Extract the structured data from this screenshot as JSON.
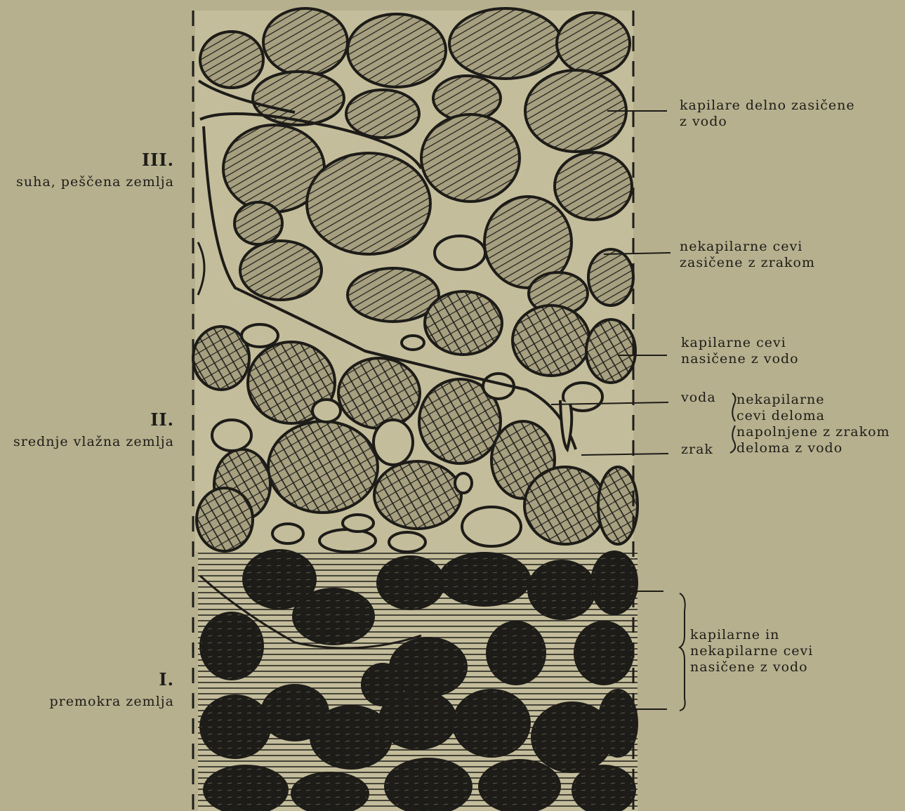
{
  "zones": [
    {
      "number": "III.",
      "description": "suha, peščena zemlja"
    },
    {
      "number": "II.",
      "description": "srednje vlažna zemlja"
    },
    {
      "number": "I.",
      "description": "premokra zemlja"
    }
  ],
  "annotations": {
    "capillaries_partial": [
      "kapilare delno zasičene",
      "z vodo"
    ],
    "noncap_air": [
      "nekapilarne cevi",
      "zasičene z zrakom"
    ],
    "cap_water": [
      "kapilarne cevi",
      "nasičene z vodo"
    ],
    "voda": "voda",
    "zrak": "zrak",
    "noncap_partial": [
      "nekapilarne",
      "cevi deloma",
      "napolnjene z zrakom",
      "deloma z vodo"
    ],
    "all_water": [
      "kapilarne in",
      "nekapilarne cevi",
      "nasičene z vodo"
    ]
  },
  "colors": {
    "paper": "#b7b08f",
    "ink": "#1d1c18",
    "grain_fill": "#8f8869"
  }
}
